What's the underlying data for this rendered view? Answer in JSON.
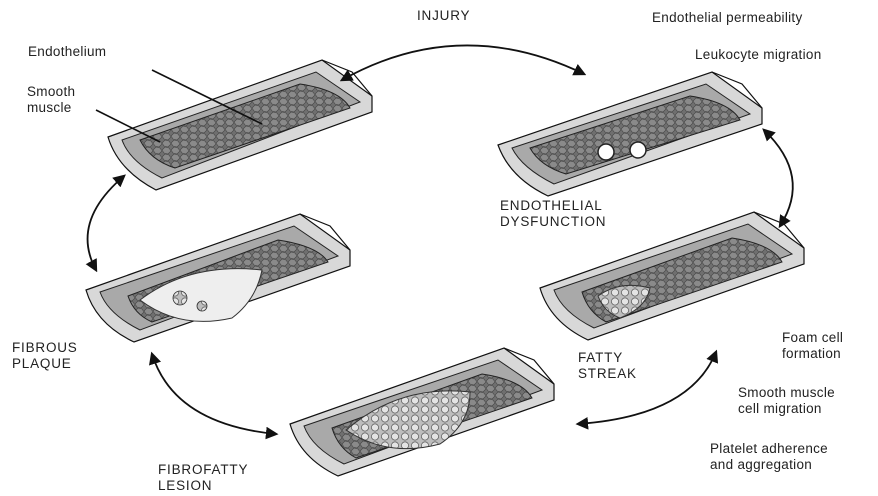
{
  "labels": {
    "injury": "INJURY",
    "endothelial_permeability": "Endothelial permeability",
    "leukocyte_migration": "Leukocyte migration",
    "endothelium": "Endothelium",
    "smooth_muscle_line1": "Smooth",
    "smooth_muscle_line2": "muscle",
    "endothelial_dysfunction_line1": "ENDOTHELIAL",
    "endothelial_dysfunction_line2": "DYSFUNCTION",
    "fibrous_plaque_line1": "FIBROUS",
    "fibrous_plaque_line2": "PLAQUE",
    "fatty_streak_line1": "FATTY",
    "fatty_streak_line2": "STREAK",
    "foam_cell_line1": "Foam cell",
    "foam_cell_line2": "formation",
    "smc_migration_line1": "Smooth muscle",
    "smc_migration_line2": "cell migration",
    "platelet_line1": "Platelet adherence",
    "platelet_line2": "and aggregation",
    "fibrofatty_line1": "FIBROFATTY",
    "fibrofatty_line2": "LESION"
  },
  "colors": {
    "outer_wall": "#d8d8d8",
    "media": "#a9a9a9",
    "lumen_surface": "#6e6e6e",
    "line": "#111111"
  }
}
